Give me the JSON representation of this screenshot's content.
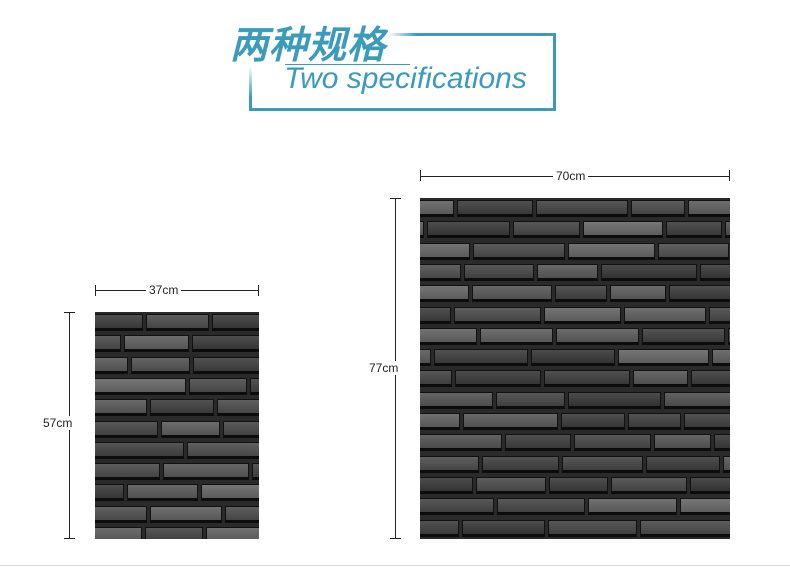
{
  "header": {
    "title_cn": "两种规格",
    "title_en": "Two specifications",
    "accent": "#3a9bbb"
  },
  "small_panel": {
    "width_label": "37cm",
    "height_label": "57cm"
  },
  "large_panel": {
    "width_label": "70cm",
    "height_label": "77cm"
  }
}
